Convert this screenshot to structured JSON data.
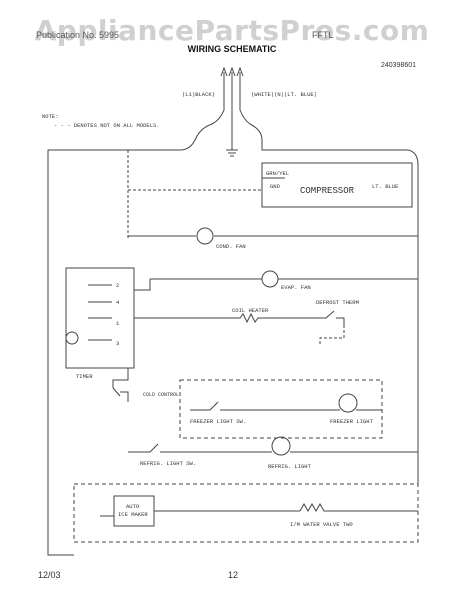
{
  "header": {
    "watermark": "AppliancePartsPros.com",
    "left_text": "Publication No. 5995",
    "right_text": "FFTL",
    "title": "WIRING SCHEMATIC",
    "doc_number": "240398601"
  },
  "notes": {
    "line1": "NOTE:",
    "line2": "- - - DENOTES NOT ON ALL MODELS."
  },
  "labels": {
    "lead_black": "(L1)BLACK)",
    "lead_white": "(WHITE)(N)(LT. BLUE)",
    "wire_grn_yel": "GRN/YEL",
    "wire_gnd": "GND",
    "compressor": "COMPRESSOR",
    "wire_lt_blue": "LT. BLUE",
    "cond_fan": "COND. FAN",
    "evap_fan": "EVAP. FAN",
    "coil_heater": "COIL HEATER",
    "defrost_therm": "DEFROST THERM",
    "timer": "TIMER",
    "cold_control": "COLD CONTROL",
    "freezer_light_sw": "FREEZER LIGHT SW.",
    "freezer_light": "FREEZER LIGHT",
    "refrig_light_sw": "REFRIG. LIGHT SW.",
    "refrig_light": "REFRIG. LIGHT",
    "auto_ice_maker_1": "AUTO",
    "auto_ice_maker_2": "ICE MAKER",
    "water_valve": "I/M WATER VALVE TWO"
  },
  "timer_terminals": [
    "2",
    "4",
    "1",
    "3"
  ],
  "footer": {
    "date": "12/03",
    "page": "12"
  }
}
